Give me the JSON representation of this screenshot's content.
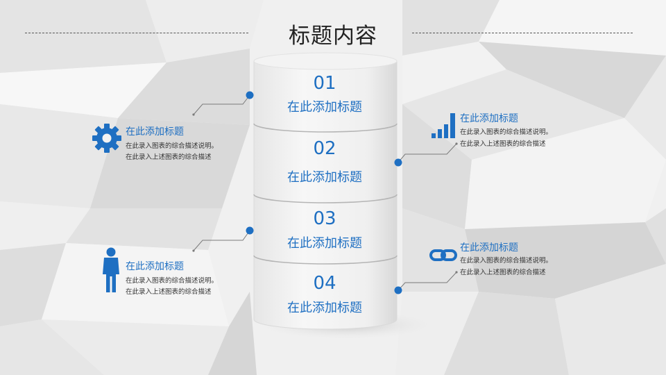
{
  "page": {
    "title": "标题内容"
  },
  "segments": [
    {
      "number": "01",
      "label": "在此添加标题"
    },
    {
      "number": "02",
      "label": "在此添加标题"
    },
    {
      "number": "03",
      "label": "在此添加标题"
    },
    {
      "number": "04",
      "label": "在此添加标题"
    }
  ],
  "annotations": [
    {
      "icon": "gear-icon",
      "title": "在此添加标题",
      "line1": "在此录入图表的综合描述说明。",
      "line2": "在此录入上述图表的综合描述"
    },
    {
      "icon": "bar-chart-icon",
      "title": "在此添加标题",
      "line1": "在此录入图表的综合描述说明。",
      "line2": "在此录入上述图表的综合描述"
    },
    {
      "icon": "person-icon",
      "title": "在此添加标题",
      "line1": "在此录入图表的综合描述说明。",
      "line2": "在此录入上述图表的综合描述"
    },
    {
      "icon": "link-icon",
      "title": "在此添加标题",
      "line1": "在此录入图表的综合描述说明。",
      "line2": "在此录入上述图表的综合描述"
    }
  ],
  "colors": {
    "accent": "#1e6fc2",
    "background": "#f2f2f2",
    "cylinder": "#ededed"
  }
}
